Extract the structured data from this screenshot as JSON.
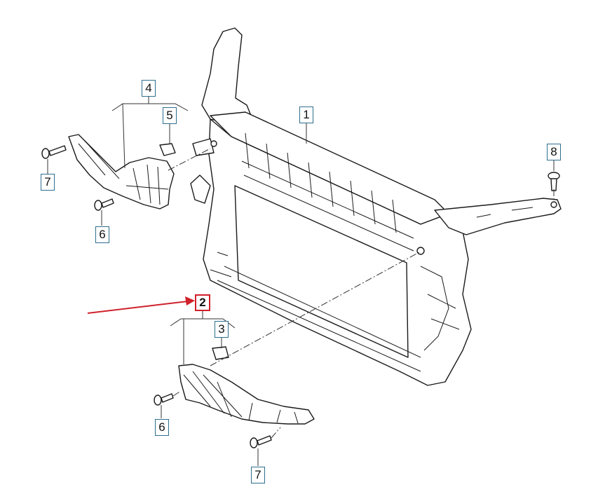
{
  "callouts": [
    {
      "id": "c1",
      "label": "1"
    },
    {
      "id": "c2",
      "label": "2"
    },
    {
      "id": "c3",
      "label": "3"
    },
    {
      "id": "c4",
      "label": "4"
    },
    {
      "id": "c5",
      "label": "5"
    },
    {
      "id": "c6a",
      "label": "6"
    },
    {
      "id": "c6b",
      "label": "6"
    },
    {
      "id": "c7a",
      "label": "7"
    },
    {
      "id": "c7b",
      "label": "7"
    },
    {
      "id": "c8",
      "label": "8"
    }
  ],
  "colors": {
    "line": "#1a1a1a",
    "callout_border": "#2e6e8e",
    "highlight": "#d0202a"
  }
}
